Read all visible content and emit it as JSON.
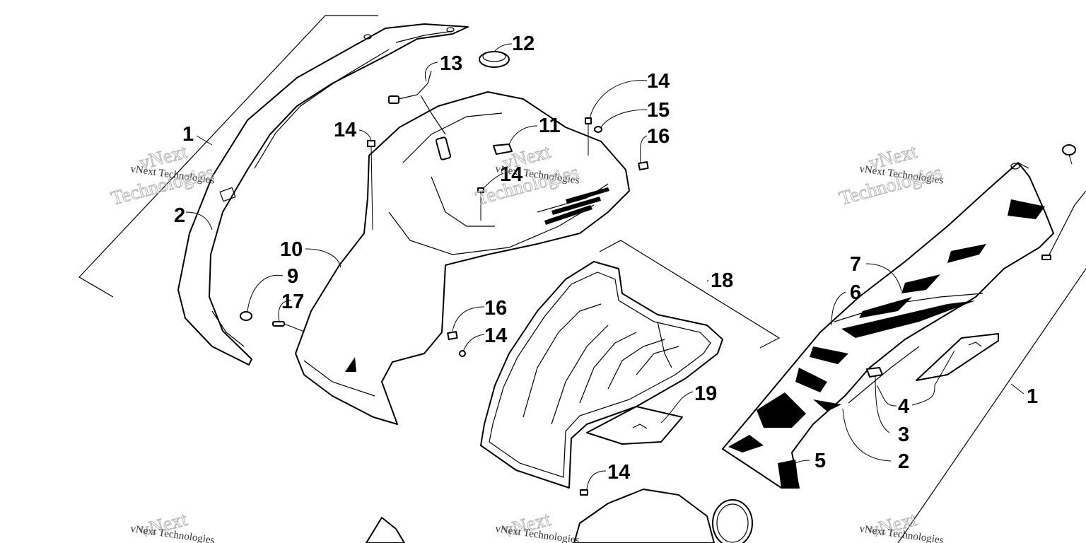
{
  "callouts": [
    {
      "id": "c1a",
      "text": "1"
    },
    {
      "id": "c2a",
      "text": "2"
    },
    {
      "id": "c9",
      "text": "9"
    },
    {
      "id": "c17",
      "text": "17"
    },
    {
      "id": "c10",
      "text": "10"
    },
    {
      "id": "c14a",
      "text": "14"
    },
    {
      "id": "c13",
      "text": "13"
    },
    {
      "id": "c12",
      "text": "12"
    },
    {
      "id": "c11",
      "text": "11"
    },
    {
      "id": "c14b",
      "text": "14"
    },
    {
      "id": "c14c",
      "text": "14"
    },
    {
      "id": "c15",
      "text": "15"
    },
    {
      "id": "c16a",
      "text": "16"
    },
    {
      "id": "c16b",
      "text": "16"
    },
    {
      "id": "c14d",
      "text": "14"
    },
    {
      "id": "c18",
      "text": "18"
    },
    {
      "id": "c19",
      "text": "19"
    },
    {
      "id": "c14e",
      "text": "14"
    },
    {
      "id": "c7",
      "text": "7"
    },
    {
      "id": "c6",
      "text": "6"
    },
    {
      "id": "c4",
      "text": "4"
    },
    {
      "id": "c3",
      "text": "3"
    },
    {
      "id": "c5",
      "text": "5"
    },
    {
      "id": "c2b",
      "text": "2"
    },
    {
      "id": "c1b",
      "text": "1"
    }
  ],
  "watermark": {
    "line": "vNext Technologies",
    "big_top": "vNext",
    "big_bottom": "Technologies"
  },
  "colors": {
    "ink": "#000000",
    "paper": "#ffffff",
    "watermark": "#b5b5b5"
  }
}
